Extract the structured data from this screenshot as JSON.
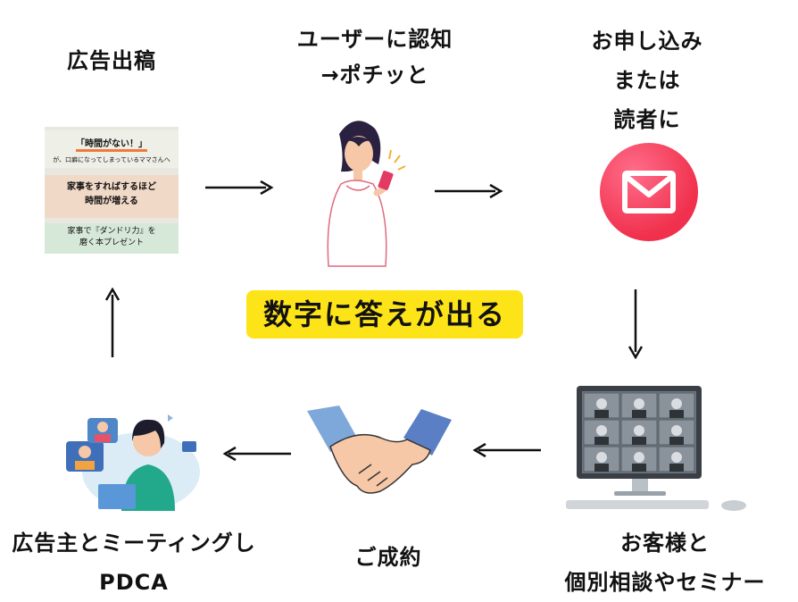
{
  "steps": {
    "ad": {
      "lines": [
        "広告出稿"
      ]
    },
    "user": {
      "lines": [
        "ユーザーに認知",
        "→ポチッと"
      ]
    },
    "apply": {
      "lines": [
        "お申し込み",
        "または",
        "読者に"
      ]
    },
    "consult": {
      "lines": [
        "お客様と",
        "個別相談やセミナー"
      ]
    },
    "contract": {
      "lines": [
        "ご成約"
      ]
    },
    "meeting": {
      "lines": [
        "広告主とミーティングし",
        "PDCA"
      ]
    }
  },
  "center_label": "数字に答えが出る",
  "ad_card": {
    "headline": "「時間がない！」",
    "subline": "が、口癖になってしまっているママさんへ",
    "middle": [
      "家事をすればするほど",
      "時間が増える"
    ],
    "bottom": [
      "家事で『ダンドリ力』を",
      "磨く本プレゼント"
    ]
  },
  "icons": {
    "mail": "mail-icon",
    "person": "woman-with-phone-icon",
    "handshake": "handshake-icon",
    "video": "video-conference-icon",
    "meeting": "online-meeting-icon"
  },
  "colors": {
    "badge": "#fde418",
    "mail": "#f0304c",
    "skin": "#f6c8a8",
    "shirt": "#22a88a"
  }
}
